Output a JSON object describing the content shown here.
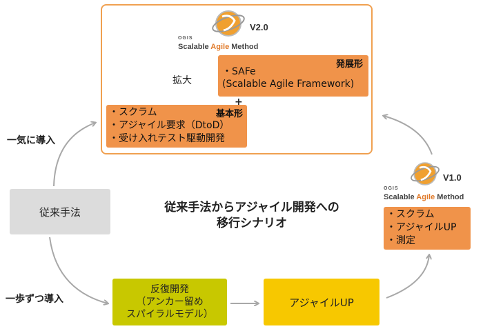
{
  "top_panel": {
    "logo": {
      "small": "OGIS",
      "main_prefix": "Scalable ",
      "main_agile": "Agile",
      "main_suffix": " Method"
    },
    "version": "V2.0",
    "expand_label": "拡大",
    "plus_sign": "+",
    "advanced_box": {
      "title": "発展形",
      "lines": [
        "・SAFe",
        "(Scalable Agile Framework)"
      ]
    },
    "basic_box": {
      "title": "基本形",
      "lines": [
        "・スクラム",
        "・アジャイル要求（DtoD）",
        "・受け入れテスト駆動開発"
      ]
    }
  },
  "right_panel": {
    "logo": {
      "small": "OGIS",
      "main_prefix": "Scalable ",
      "main_agile": "Agile",
      "main_suffix": " Method"
    },
    "version": "V1.0",
    "box_lines": [
      "・スクラム",
      "・アジャイルUP",
      "・測定"
    ]
  },
  "legacy_box": "従来手法",
  "label_all_at_once": "一気に導入",
  "label_step_by_step": "一歩ずつ導入",
  "center_title": {
    "line1": "従来手法からアジャイル開発への",
    "line2": "移行シナリオ"
  },
  "iterative_box": {
    "lines": [
      "反復開発",
      "（アンカー留め",
      "スパイラルモデル）"
    ]
  },
  "agile_up_box": "アジャイルUP",
  "colors": {
    "orange": "#f0934a",
    "frame": "#f0a050",
    "gray": "#dcdcdc",
    "green": "#c8c800",
    "yellow": "#f7c800",
    "arrow": "#a8a8a8"
  }
}
